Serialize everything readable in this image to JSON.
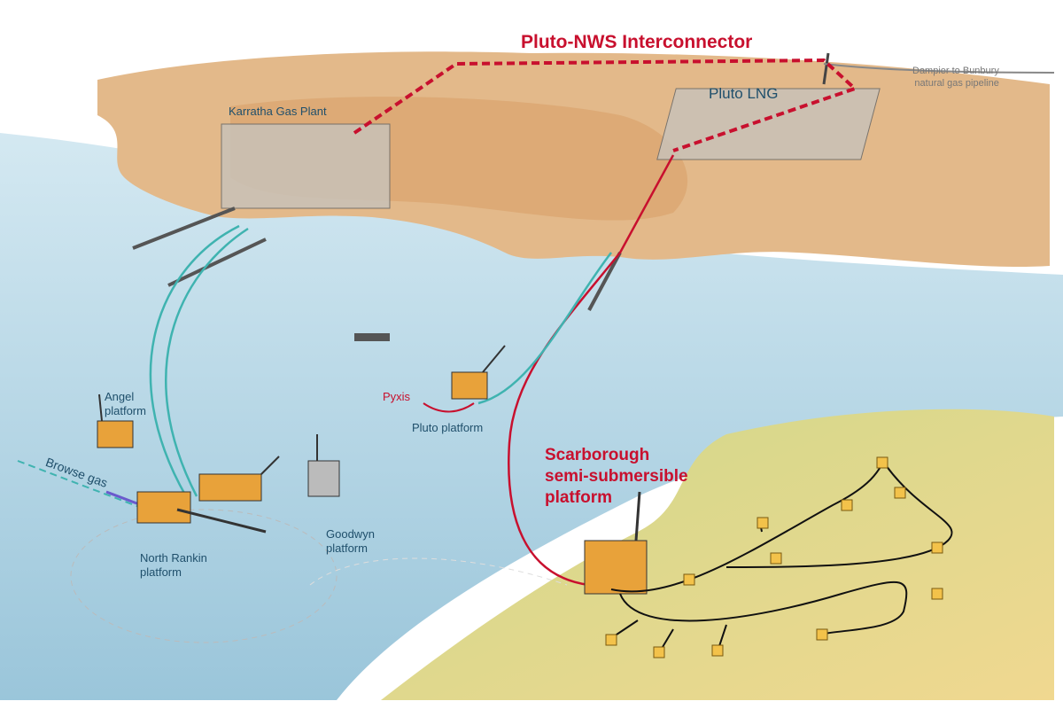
{
  "labels": {
    "interconnector": "Pluto-NWS Interconnector",
    "pipeline_line1": "Dampier to Bunbury",
    "pipeline_line2": "natural gas pipeline",
    "pluto_lng": "Pluto LNG",
    "karratha": "Karratha Gas Plant",
    "angel_line1": "Angel",
    "angel_line2": "platform",
    "browse": "Browse gas",
    "north_rankin_line1": "North Rankin",
    "north_rankin_line2": "platform",
    "goodwyn_line1": "Goodwyn",
    "goodwyn_line2": "platform",
    "pyxis": "Pyxis",
    "pluto_platform": "Pluto platform",
    "scarborough_line1": "Scarborough",
    "scarborough_line2": "semi-submersible",
    "scarborough_line3": "platform"
  },
  "colors": {
    "land": "#e3b98a",
    "sea": "#a9cde0",
    "seabed": "#e8d48a",
    "red": "#c8102e",
    "teal": "#3fb3b0",
    "label": "#1f4f6b"
  }
}
